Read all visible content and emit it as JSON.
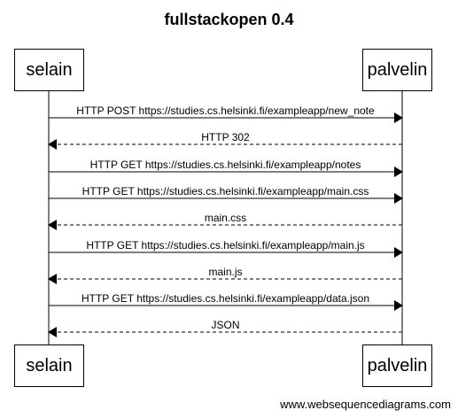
{
  "diagram": {
    "title": "fullstackopen 0.4",
    "participants": [
      "selain",
      "palvelin"
    ],
    "messages": [
      {
        "from": "selain",
        "to": "palvelin",
        "style": "solid",
        "label": "HTTP POST https://studies.cs.helsinki.fi/exampleapp/new_note"
      },
      {
        "from": "palvelin",
        "to": "selain",
        "style": "dashed",
        "label": "HTTP 302"
      },
      {
        "from": "selain",
        "to": "palvelin",
        "style": "solid",
        "label": "HTTP GET https://studies.cs.helsinki.fi/exampleapp/notes"
      },
      {
        "from": "selain",
        "to": "palvelin",
        "style": "solid",
        "label": "HTTP GET https://studies.cs.helsinki.fi/exampleapp/main.css"
      },
      {
        "from": "palvelin",
        "to": "selain",
        "style": "dashed",
        "label": "main.css"
      },
      {
        "from": "selain",
        "to": "palvelin",
        "style": "solid",
        "label": "HTTP GET https://studies.cs.helsinki.fi/exampleapp/main.js"
      },
      {
        "from": "palvelin",
        "to": "selain",
        "style": "dashed",
        "label": "main.js"
      },
      {
        "from": "selain",
        "to": "palvelin",
        "style": "solid",
        "label": "HTTP GET https://studies.cs.helsinki.fi/exampleapp/data.json"
      },
      {
        "from": "palvelin",
        "to": "selain",
        "style": "dashed",
        "label": "JSON"
      }
    ],
    "footer": "www.websequencediagrams.com"
  }
}
